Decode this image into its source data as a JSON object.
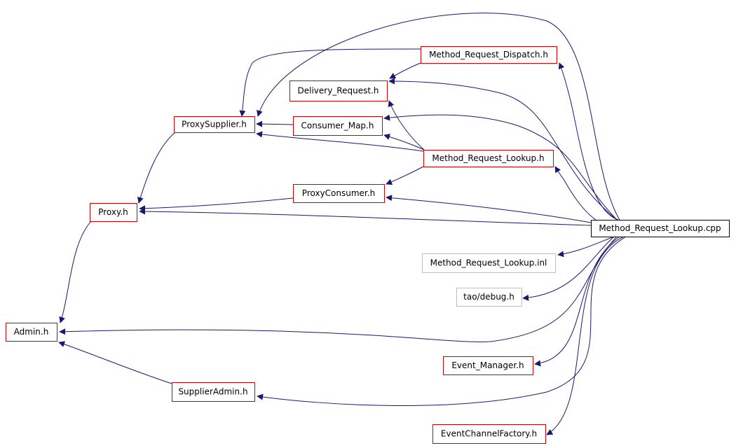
{
  "colors": {
    "edge": "#191970",
    "border_linked": "#cc0000",
    "border_unlinked": "#bfbfbf",
    "root_fill": "#000000",
    "root_text": "#ffffff"
  },
  "nodes": {
    "root": {
      "label": "Method_Request_Lookup.cpp",
      "kind": "root"
    },
    "dispatch": {
      "label": "Method_Request_Dispatch.h",
      "kind": "linked"
    },
    "delivery": {
      "label": "Delivery_Request.h",
      "kind": "linked"
    },
    "consumer_map": {
      "label": "Consumer_Map.h",
      "kind": "linked"
    },
    "proxy_supplier": {
      "label": "ProxySupplier.h",
      "kind": "linked"
    },
    "lookup_h": {
      "label": "Method_Request_Lookup.h",
      "kind": "linked"
    },
    "proxy_consumer": {
      "label": "ProxyConsumer.h",
      "kind": "linked"
    },
    "proxy": {
      "label": "Proxy.h",
      "kind": "linked"
    },
    "lookup_inl": {
      "label": "Method_Request_Lookup.inl",
      "kind": "unlinked"
    },
    "debug": {
      "label": "tao/debug.h",
      "kind": "unlinked"
    },
    "admin": {
      "label": "Admin.h",
      "kind": "linked"
    },
    "event_manager": {
      "label": "Event_Manager.h",
      "kind": "linked"
    },
    "supplier_admin": {
      "label": "SupplierAdmin.h",
      "kind": "linked"
    },
    "factory": {
      "label": "EventChannelFactory.h",
      "kind": "linked"
    }
  },
  "edges": [
    {
      "from": "root",
      "to": "dispatch"
    },
    {
      "from": "root",
      "to": "delivery"
    },
    {
      "from": "root",
      "to": "consumer_map"
    },
    {
      "from": "root",
      "to": "lookup_h"
    },
    {
      "from": "root",
      "to": "proxy_consumer"
    },
    {
      "from": "root",
      "to": "proxy"
    },
    {
      "from": "root",
      "to": "proxy_supplier"
    },
    {
      "from": "root",
      "to": "lookup_inl"
    },
    {
      "from": "root",
      "to": "debug"
    },
    {
      "from": "root",
      "to": "admin"
    },
    {
      "from": "root",
      "to": "event_manager"
    },
    {
      "from": "root",
      "to": "supplier_admin"
    },
    {
      "from": "root",
      "to": "factory"
    },
    {
      "from": "dispatch",
      "to": "delivery"
    },
    {
      "from": "dispatch",
      "to": "proxy_supplier"
    },
    {
      "from": "consumer_map",
      "to": "proxy_supplier"
    },
    {
      "from": "lookup_h",
      "to": "delivery"
    },
    {
      "from": "lookup_h",
      "to": "consumer_map"
    },
    {
      "from": "lookup_h",
      "to": "proxy_supplier"
    },
    {
      "from": "lookup_h",
      "to": "proxy_consumer"
    },
    {
      "from": "proxy_supplier",
      "to": "proxy"
    },
    {
      "from": "proxy_consumer",
      "to": "proxy"
    },
    {
      "from": "proxy",
      "to": "admin"
    },
    {
      "from": "supplier_admin",
      "to": "admin"
    }
  ]
}
